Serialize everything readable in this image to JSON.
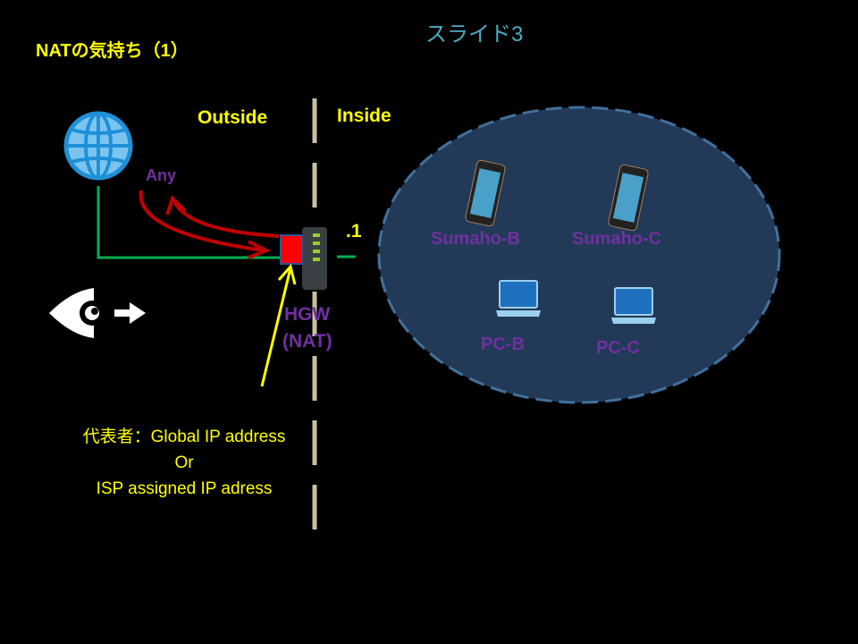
{
  "slide_title": "スライド3",
  "heading": "NATの気持ち（1）",
  "outside_label": "Outside",
  "inside_label": "Inside",
  "any_label": "Any",
  "interface_label": ".1",
  "hgw_label": "HGW",
  "nat_label": "(NAT)",
  "devices": [
    "Sumaho-B",
    "Sumaho-C",
    "PC-B",
    "PC-C"
  ],
  "caption": {
    "line1": "代表者：Global IP address",
    "line2": "Or",
    "line3": "ISP assigned IP adress"
  },
  "colors": {
    "ellipse_fill": "#223a57",
    "ellipse_stroke": "#41719c",
    "label_purple": "#7030a0",
    "arrow_red": "#c00000",
    "line_green": "#00b050",
    "yellow": "#ffff00"
  }
}
